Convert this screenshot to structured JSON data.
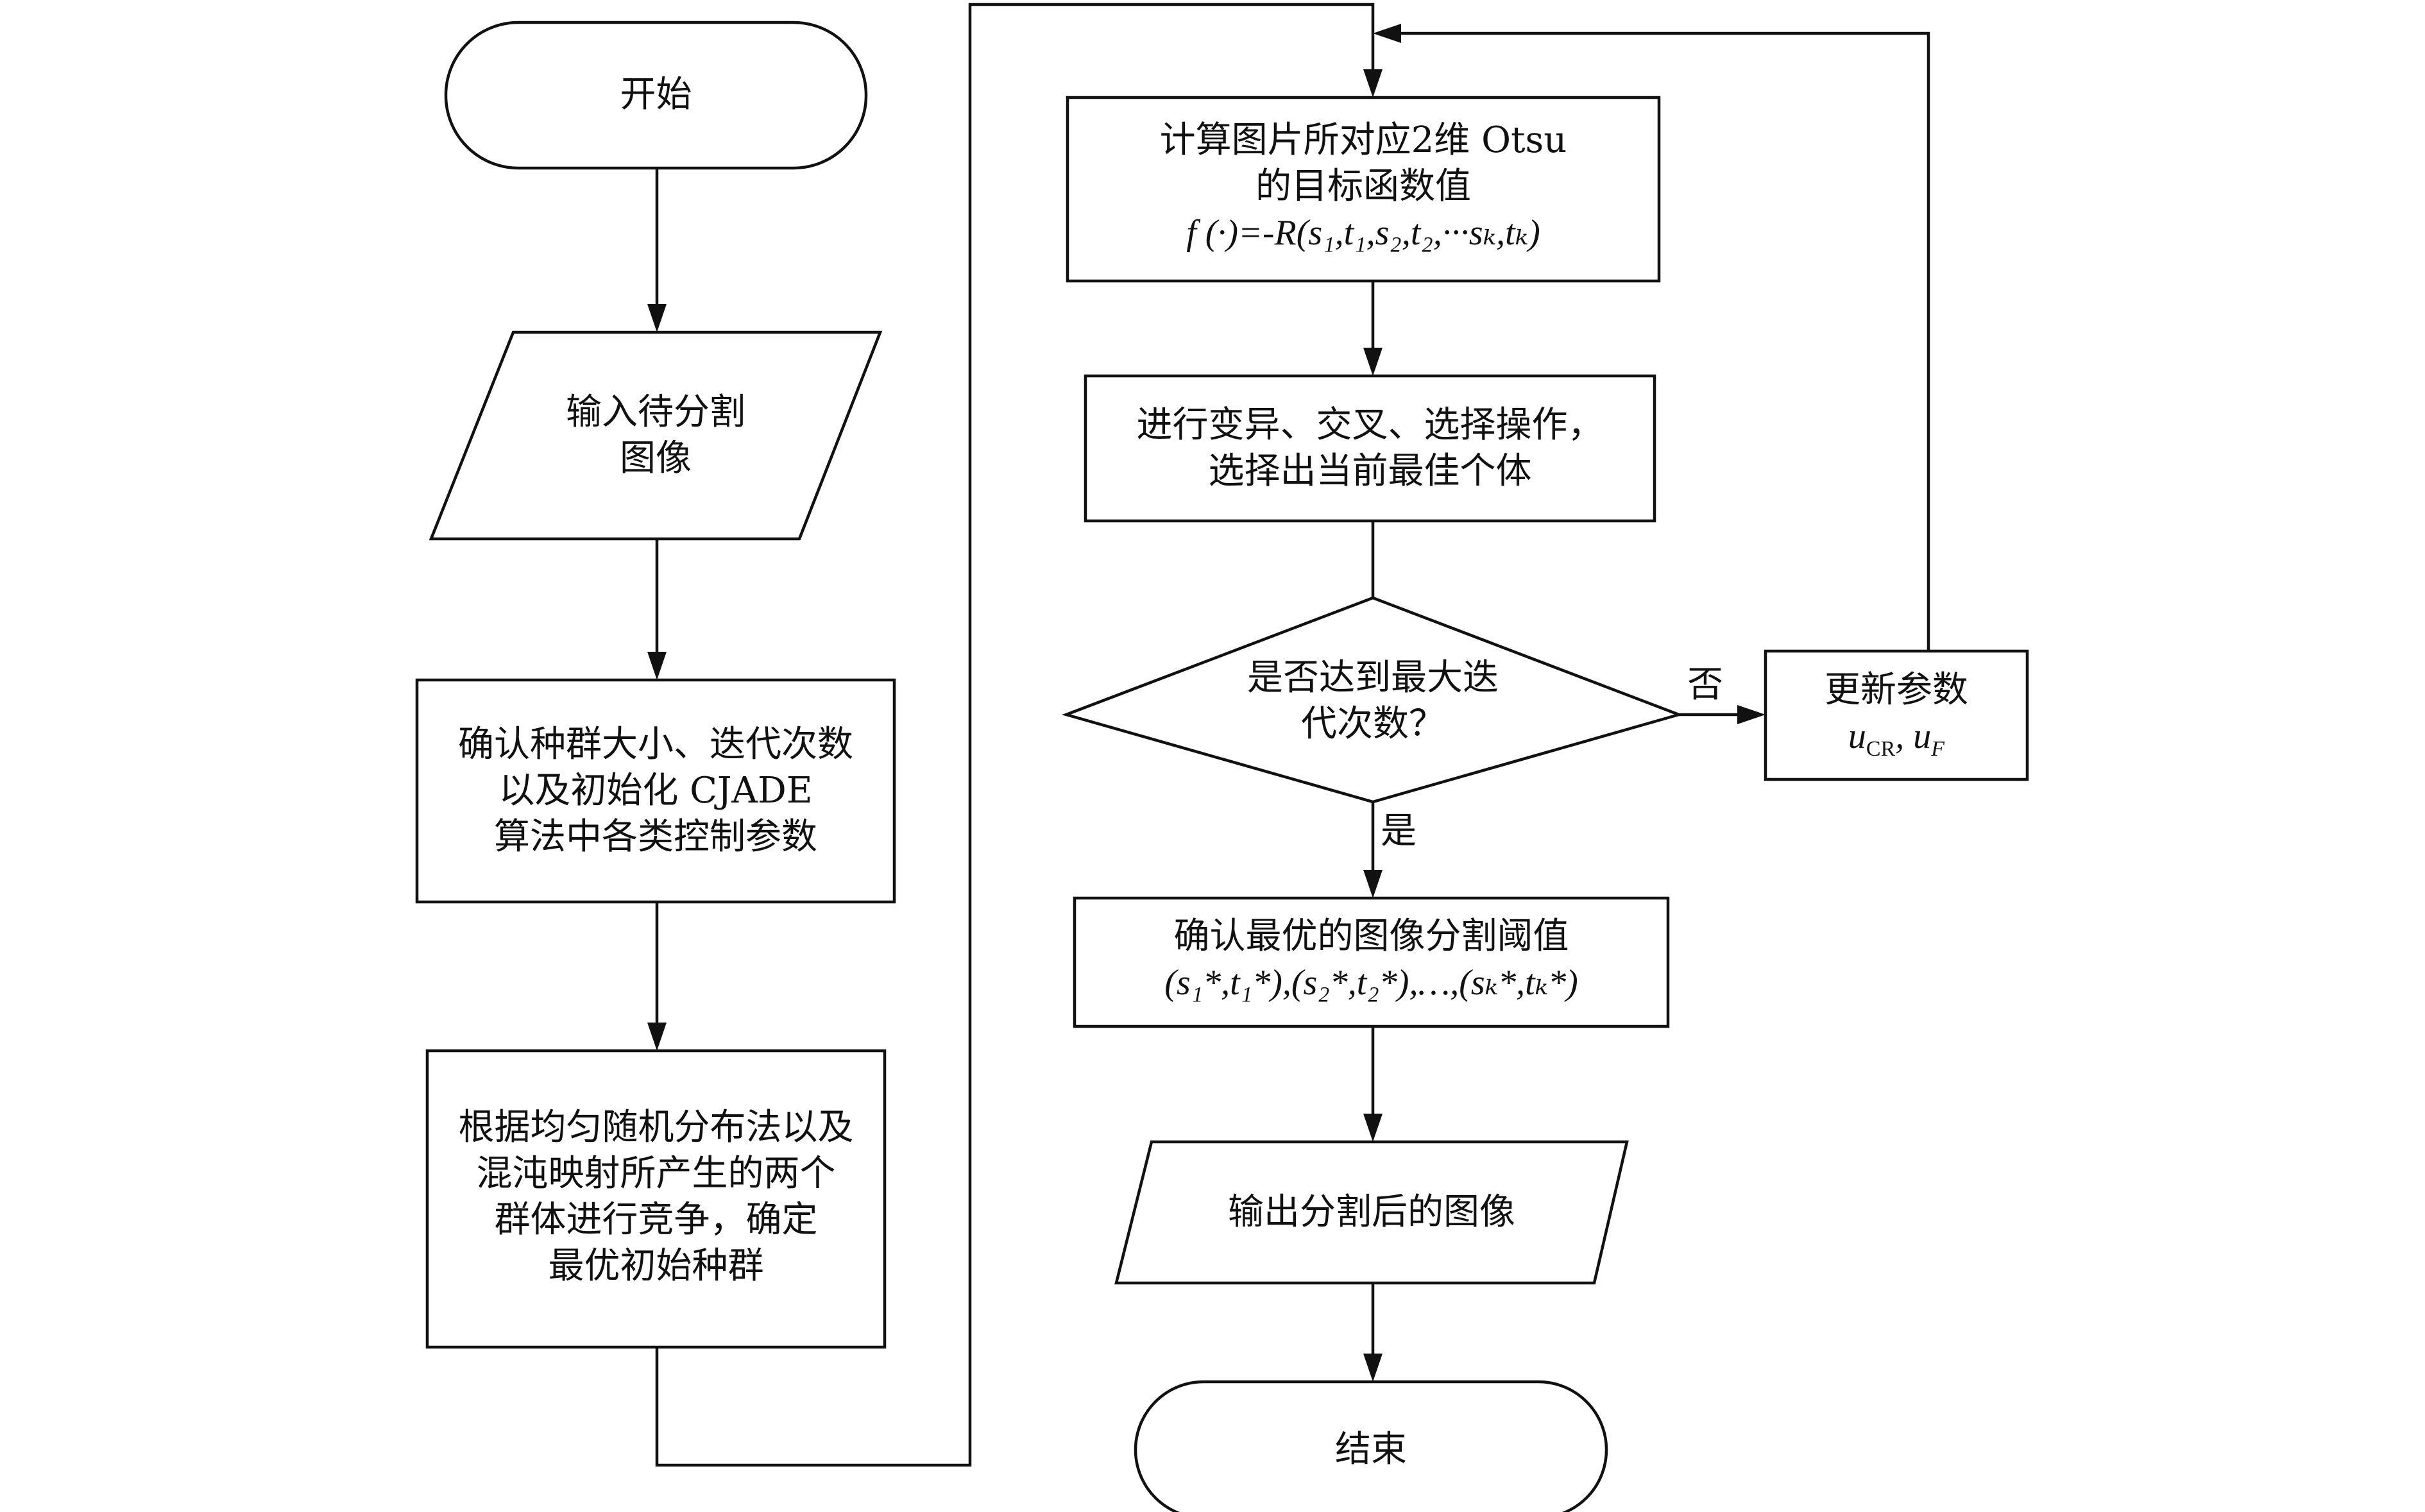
{
  "nodes": {
    "start": {
      "text": "开始"
    },
    "input": {
      "lines": [
        "输入待分割",
        "图像"
      ]
    },
    "init": {
      "lines": [
        "确认种群大小、迭代次数",
        "以及初始化 CJADE",
        "算法中各类控制参数"
      ]
    },
    "compete": {
      "lines": [
        "根据均匀随机分布法以及",
        "混沌映射所产生的两个",
        "群体进行竞争，确定",
        "最优初始种群"
      ]
    },
    "fitness": {
      "lines": [
        "计算图片所对应2维 Otsu",
        "的目标函数值"
      ],
      "formula": "f (·)=-R(s₁,t₁,s₂,t₂,···sₖ,tₖ)"
    },
    "evolve": {
      "lines": [
        "进行变异、交叉、选择操作，",
        "选择出当前最佳个体"
      ]
    },
    "decision": {
      "lines": [
        "是否达到最大迭",
        "代次数？"
      ]
    },
    "update": {
      "lines": [
        "更新参数"
      ],
      "formula": "u_CR, u_F"
    },
    "optimal": {
      "lines": [
        "确认最优的图像分割阈值"
      ],
      "formula": "(s₁*,t₁*),(s₂*,t₂*),…,(sₖ*,tₖ*)"
    },
    "output": {
      "text": "输出分割后的图像"
    },
    "end": {
      "text": "结束"
    }
  },
  "edges": {
    "no_label": "否",
    "yes_label": "是"
  }
}
